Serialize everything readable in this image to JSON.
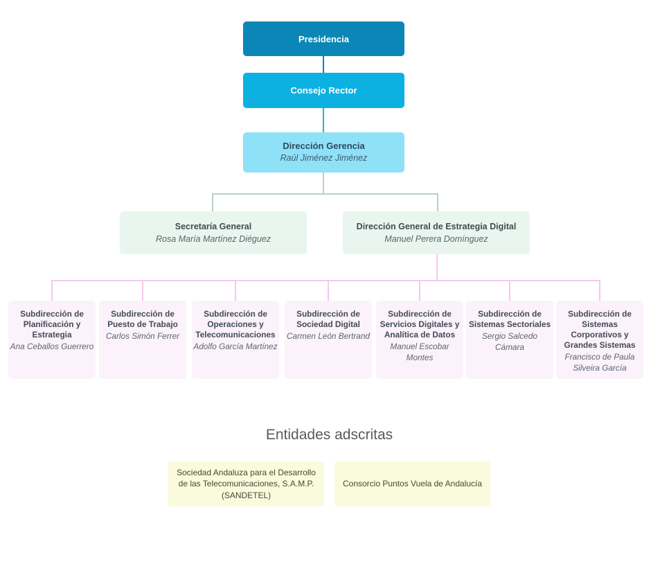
{
  "org": {
    "presidencia": {
      "title": "Presidencia"
    },
    "consejo": {
      "title": "Consejo Rector"
    },
    "gerencia": {
      "title": "Dirección Gerencia",
      "name": "Raúl Jiménez Jiménez"
    },
    "secretaria": {
      "title": "Secretaría General",
      "name": "Rosa María Martínez Diéguez"
    },
    "estrategia": {
      "title": "Dirección General de Estrategia Digital",
      "name": "Manuel Perera Domínguez"
    },
    "subdirecciones": [
      {
        "title": "Subdirección de Planificación y Estrategia",
        "name": "Ana Ceballos Guerrero"
      },
      {
        "title": "Subdirección de Puesto de Trabajo",
        "name": "Carlos Simón Ferrer"
      },
      {
        "title": "Subdirección de Operaciones y Telecomunicaciones",
        "name": "Adolfo García Martínez"
      },
      {
        "title": "Subdirección de Sociedad Digital",
        "name": "Carmen León Bertrand"
      },
      {
        "title": "Subdirección de Servicios Digitales y Analítica de Datos",
        "name": "Manuel Escobar Montes"
      },
      {
        "title": "Subdirección de Sistemas Sectoriales",
        "name": "Sergio Salcedo Cámara"
      },
      {
        "title": "Subdirección de Sistemas Corporativos y Grandes Sistemas",
        "name": "Francisco de Paula Silveira García"
      }
    ],
    "entidades": {
      "heading": "Entidades adscritas",
      "items": [
        {
          "label": "Sociedad Andaluza para el Desarrollo de las Telecomunicaciones, S.A.M.P. (SANDETEL)"
        },
        {
          "label": "Consorcio Puntos Vuela de Andalucía"
        }
      ]
    },
    "palette": {
      "level1": "#0c86b7",
      "level2": "#0cb1e2",
      "level3": "#8fe1f8",
      "level4_bg": "#e9f6ef",
      "level5_bg": "#fbf2fb",
      "entidades_bg": "#fafadc",
      "connector_green": "#b3d3c3",
      "connector_pink": "#f3c9e9"
    }
  }
}
